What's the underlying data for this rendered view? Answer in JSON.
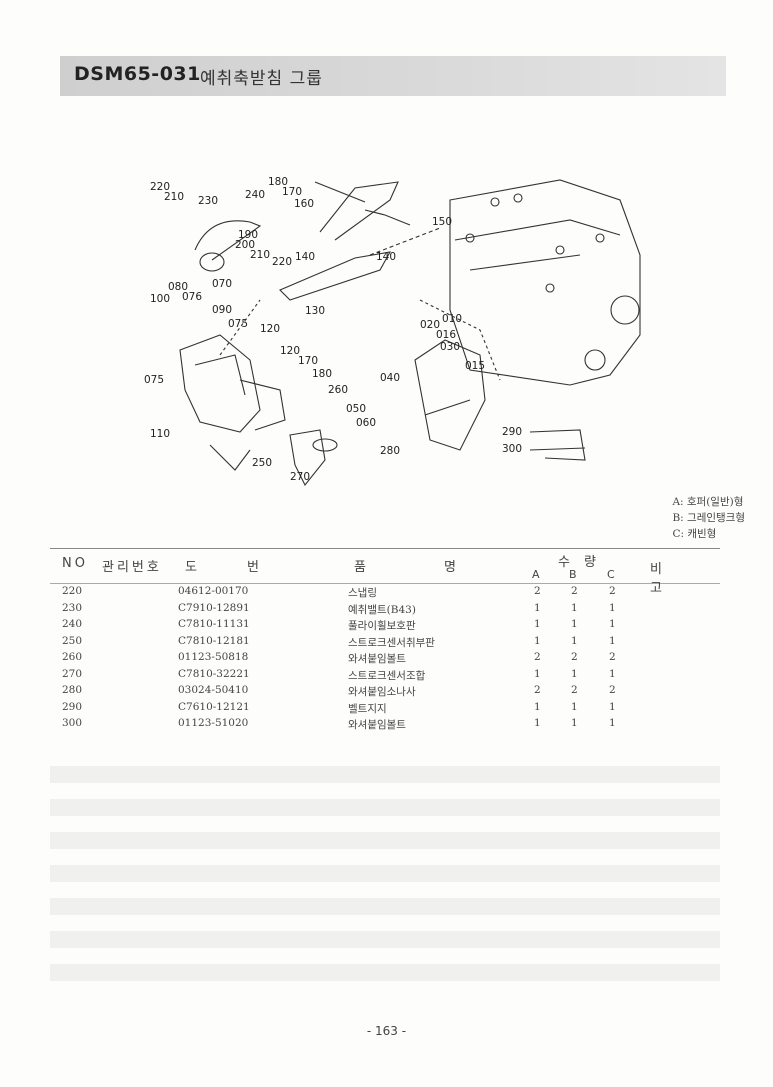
{
  "header": {
    "code": "DSM65-031",
    "title": "예취축받침 그룹"
  },
  "diagram": {
    "callouts": [
      "220",
      "210",
      "230",
      "240",
      "180",
      "170",
      "160",
      "150",
      "190",
      "200",
      "210",
      "220",
      "140",
      "140",
      "130",
      "080",
      "076",
      "070",
      "100",
      "090",
      "075",
      "120",
      "120",
      "170",
      "180",
      "260",
      "075",
      "110",
      "250",
      "270",
      "280",
      "020",
      "010",
      "016",
      "030",
      "015",
      "040",
      "050",
      "060",
      "290",
      "300"
    ]
  },
  "legend": {
    "a": "A: 호퍼(일반)형",
    "b": "B: 그레인탱크형",
    "c": "C: 캐빈형"
  },
  "table": {
    "headers": {
      "no": "NO",
      "mgmt": "관리번호",
      "drawing": "도번",
      "name": "품명",
      "qty": "수량",
      "a": "A",
      "b": "B",
      "c": "C",
      "note": "비고"
    },
    "rows": [
      {
        "no": "220",
        "part": "04612-00170",
        "name": "스냅링",
        "a": "2",
        "b": "2",
        "c": "2"
      },
      {
        "no": "230",
        "part": "C7910-12891",
        "name": "예취밸트(B43)",
        "a": "1",
        "b": "1",
        "c": "1"
      },
      {
        "no": "240",
        "part": "C7810-11131",
        "name": "풀라이휠보호판",
        "a": "1",
        "b": "1",
        "c": "1"
      },
      {
        "no": "250",
        "part": "C7810-12181",
        "name": "스트로크센서취부판",
        "a": "1",
        "b": "1",
        "c": "1"
      },
      {
        "no": "260",
        "part": "01123-50818",
        "name": "와셔붙임볼트",
        "a": "2",
        "b": "2",
        "c": "2"
      },
      {
        "no": "270",
        "part": "C7810-32221",
        "name": "스트로크센서조합",
        "a": "1",
        "b": "1",
        "c": "1"
      },
      {
        "no": "280",
        "part": "03024-50410",
        "name": "와셔붙임소나사",
        "a": "2",
        "b": "2",
        "c": "2"
      },
      {
        "no": "290",
        "part": "C7610-12121",
        "name": "벨트지지",
        "a": "1",
        "b": "1",
        "c": "1"
      },
      {
        "no": "300",
        "part": "01123-51020",
        "name": "와셔붙임볼트",
        "a": "1",
        "b": "1",
        "c": "1"
      }
    ]
  },
  "page_number": "- 163 -"
}
